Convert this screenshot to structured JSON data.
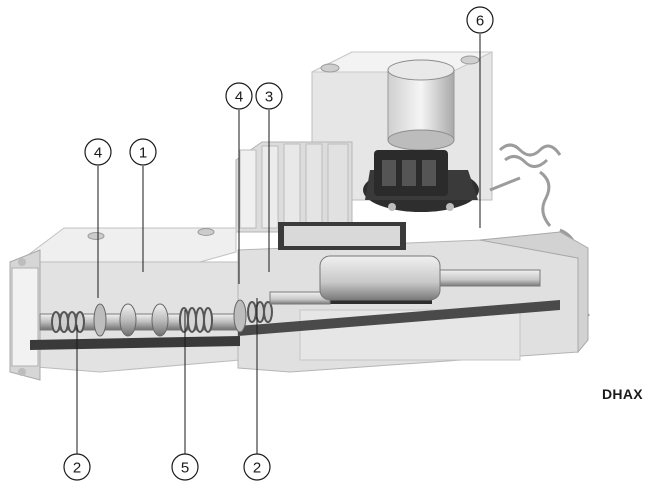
{
  "product_label": "DHAX",
  "callouts": [
    {
      "id": "c1",
      "text": "1"
    },
    {
      "id": "c2a",
      "text": "2"
    },
    {
      "id": "c2b",
      "text": "2"
    },
    {
      "id": "c3",
      "text": "3"
    },
    {
      "id": "c4a",
      "text": "4"
    },
    {
      "id": "c4b",
      "text": "4"
    },
    {
      "id": "c5",
      "text": "5"
    },
    {
      "id": "c6",
      "text": "6"
    }
  ],
  "colors": {
    "body_light": "#e3e3e3",
    "body_mid": "#cfcfcf",
    "body_dark": "#8e8e8e",
    "cut_face": "#3a3a3a",
    "solenoid_black": "#2b2b2b",
    "outline": "#1a1a1a"
  }
}
